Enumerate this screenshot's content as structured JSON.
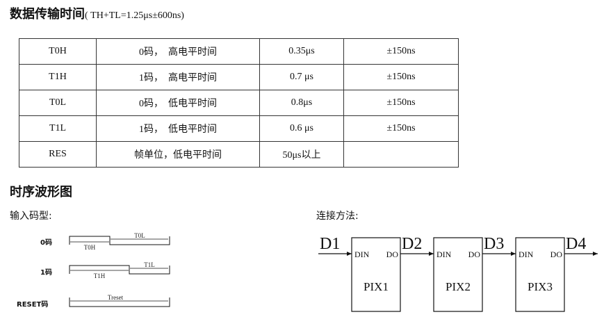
{
  "header": {
    "title": "数据传输时间",
    "subtitle": "( TH+TL=1.25μs±600ns)"
  },
  "table": {
    "rows": [
      [
        "T0H",
        "0码，　高电平时间",
        "0.35μs",
        "±150ns"
      ],
      [
        "T1H",
        "1码，　高电平时间",
        "0.7 μs",
        "±150ns"
      ],
      [
        "T0L",
        "0码，　低电平时间",
        "0.8μs",
        "±150ns"
      ],
      [
        "T1L",
        "1码，　低电平时间",
        "0.6 μs",
        "±150ns"
      ],
      [
        "RES",
        "帧单位，低电平时间",
        "50μs以上",
        ""
      ]
    ]
  },
  "waveform": {
    "title": "时序波形图",
    "input_label": "输入码型:",
    "rows": [
      {
        "label": "0码",
        "high": "T0H",
        "low": "T0L"
      },
      {
        "label": "1码",
        "high": "T1H",
        "low": "T1L"
      },
      {
        "label": "RESET码",
        "low": "Treset"
      }
    ]
  },
  "connection": {
    "label": "连接方法:",
    "signals": [
      "D1",
      "D2",
      "D3",
      "D4"
    ],
    "din": "DIN",
    "do": "DO",
    "pixels": [
      "PIX1",
      "PIX2",
      "PIX3"
    ]
  }
}
